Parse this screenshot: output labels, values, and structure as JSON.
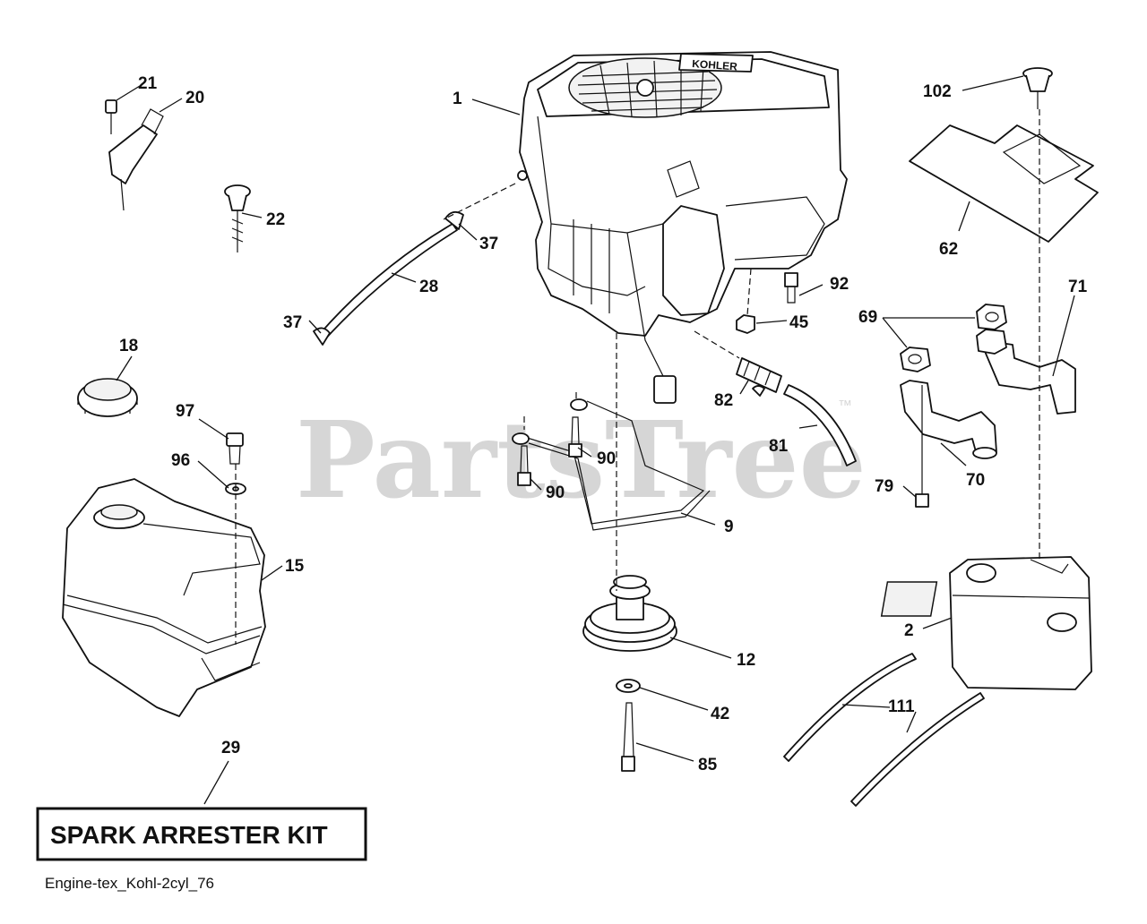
{
  "watermark": {
    "text": "PartsTree",
    "mark": "™"
  },
  "kit_label": "SPARK ARRESTER KIT",
  "caption": "Engine-tex_Kohl-2cyl_76",
  "engine_logo": "KOHLER",
  "callouts": {
    "c1": "1",
    "c2": "2",
    "c9": "9",
    "c12": "12",
    "c15": "15",
    "c18": "18",
    "c20": "20",
    "c21": "21",
    "c22": "22",
    "c28": "28",
    "c29": "29",
    "c37a": "37",
    "c37b": "37",
    "c42": "42",
    "c45": "45",
    "c62": "62",
    "c69": "69",
    "c70": "70",
    "c71": "71",
    "c79": "79",
    "c81": "81",
    "c82": "82",
    "c85": "85",
    "c90a": "90",
    "c90b": "90",
    "c92": "92",
    "c96": "96",
    "c97": "97",
    "c102": "102",
    "c111": "111"
  }
}
